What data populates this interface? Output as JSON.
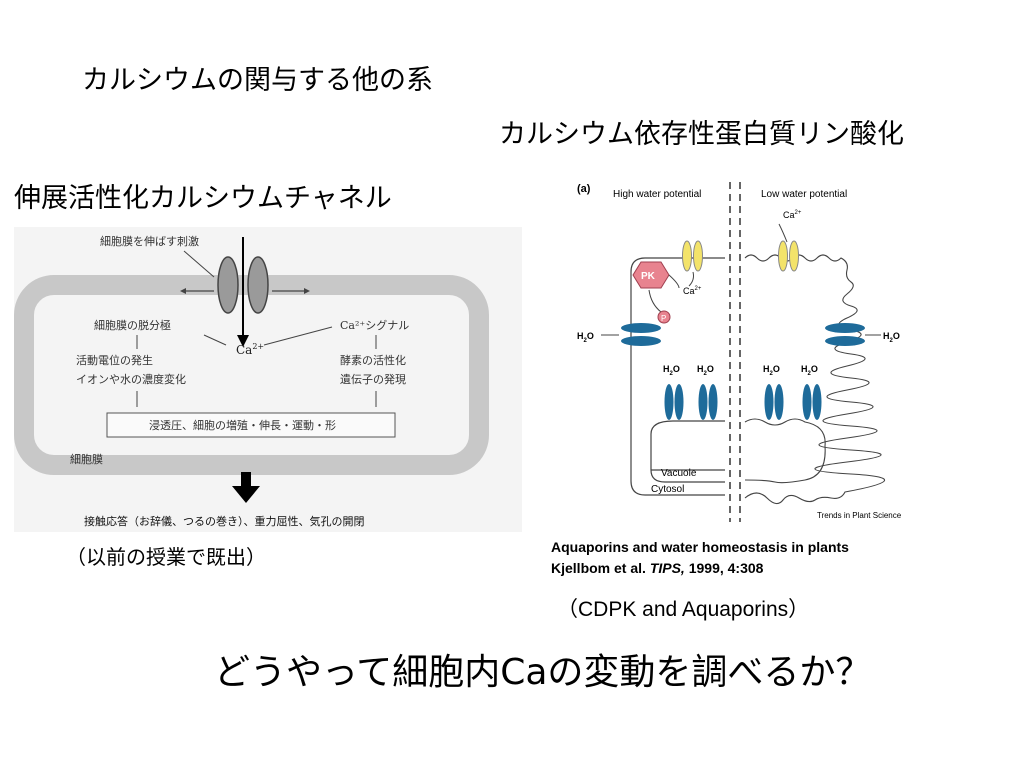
{
  "slide": {
    "title_other_systems": "カルシウムの関与する他の系",
    "title_cdpk": "カルシウム依存性蛋白質リン酸化",
    "title_channel": "伸展活性化カルシウムチャネル",
    "note_previous": "（以前の授業で既出）",
    "citation_line1": "Aquaporins and water   homeostasis in plants",
    "citation_authors": "Kjellbom et al. ",
    "citation_journal": "TIPS,",
    "citation_rest": " 1999, 4:308",
    "note_cdpk": "（CDPK and Aquaporins）",
    "question": "どうやって細胞内Caの変動を調べるか？"
  },
  "left_figure": {
    "stimulus": "細胞膜を伸ばす刺激",
    "ca": "Ca",
    "ca_sup": "2+",
    "depolarization": "細胞膜の脱分極",
    "action_potential": "活動電位の発生",
    "ion_water": "イオンや水の濃度変化",
    "ca_signal": "Ca²⁺シグナル",
    "enzyme": "酵素の活性化",
    "gene": "遺伝子の発現",
    "box_text": "浸透圧、細胞の増殖・伸長・運動・形",
    "membrane": "細胞膜",
    "responses": "接触応答（お辞儀、つるの巻き）、重力屈性、気孔の開閉"
  },
  "right_figure": {
    "panel": "(a)",
    "high": "High water potential",
    "low": "Low water potential",
    "pk": "PK",
    "p": "P",
    "ca2": "Ca",
    "sup": "2+",
    "h2o": "H",
    "sub": "2",
    "o": "O",
    "vacuole": "Vacuole",
    "cytosol": "Cytosol",
    "credit": "Trends in Plant Science",
    "colors": {
      "aquaporin": "#1e6b9a",
      "channel": "#f3e36a",
      "kinase": "#e8838f"
    }
  }
}
